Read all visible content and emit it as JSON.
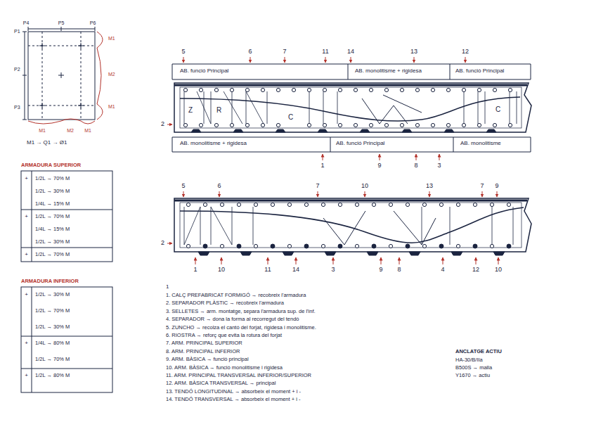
{
  "diagram": {
    "labels": [
      "P4",
      "P5",
      "P6",
      "P1",
      "P2",
      "P3",
      "M1",
      "M2",
      "M1",
      "M1",
      "M2",
      "M1",
      "M1 → Q1 → Ø1",
      "ARMADURA SUPERIOR",
      "1/2L → 70% M",
      "1/2L → 30% M",
      "1/4L → 15% M",
      "1/2L → 70% M",
      "1/4L → 15% M",
      "1/2L → 30% M",
      "1/2L → 70% M",
      "+",
      "+",
      "+",
      "ARMADURA INFERIOR",
      "1/2L → 30% M",
      "1/2L → 70% M",
      "1/2L → 30% M",
      "1/4L → 80% M",
      "1/2L → 70% M",
      "1/2L → 80% M",
      "+",
      "+",
      "+",
      "AB. funció Principal",
      "AB. monolitisme + rigidesa",
      "AB. funció Principal",
      "AB. monolitisme + rigidesa",
      "AB. funció Principal",
      "AB. monolitisme",
      "Z",
      "R",
      "C",
      "C",
      "5",
      "6",
      "7",
      "11",
      "14",
      "13",
      "12",
      "2",
      "1",
      "9",
      "8",
      "3",
      "5",
      "6",
      "7",
      "10",
      "13",
      "7",
      "9",
      "2",
      "1",
      "10",
      "11",
      "14",
      "3",
      "9",
      "8",
      "4",
      "12",
      "10",
      "1",
      "1. CALÇ PREFABRICAT FORMIGÓ → recobreix l'armadura",
      "2. SEPARADOR PLÀSTIC → recobreix l'armadura",
      "3. SELLETES → arm. montatge, separa l'armadura sup. de l'inf.",
      "4. SEPARADOR → dona la forma al recorregut del tendó",
      "5. ZUNCHO → recolza el cantó del forjat, rigidesa i monolitisme.",
      "6. RIOSTRA → reforç que evita la rotura del forjat",
      "7. ARM. PRINCIPAL SUPERIOR",
      "8. ARM. PRINCIPAL INFERIOR",
      "9. ARM. BÀSICA → funció principal",
      "10. ARM. BÀSICA → funció monolitisme i rigidesa",
      "11. ARM. PRINCIPAL TRANSVERSAL INFERIOR/SUPERIOR",
      "12. ARM. BÀSICA TRANSVERSAL → principal",
      "13. TENDÓ LONGITUDINAL → absorbeix el moment + i -",
      "14. TENDÓ TRANSVERSAL → absorbeix el moment + i -",
      "ANCLATGE ACTIU",
      "HA-30/B/IIa",
      "B500S → malla",
      "Y1670 → actiu"
    ]
  }
}
